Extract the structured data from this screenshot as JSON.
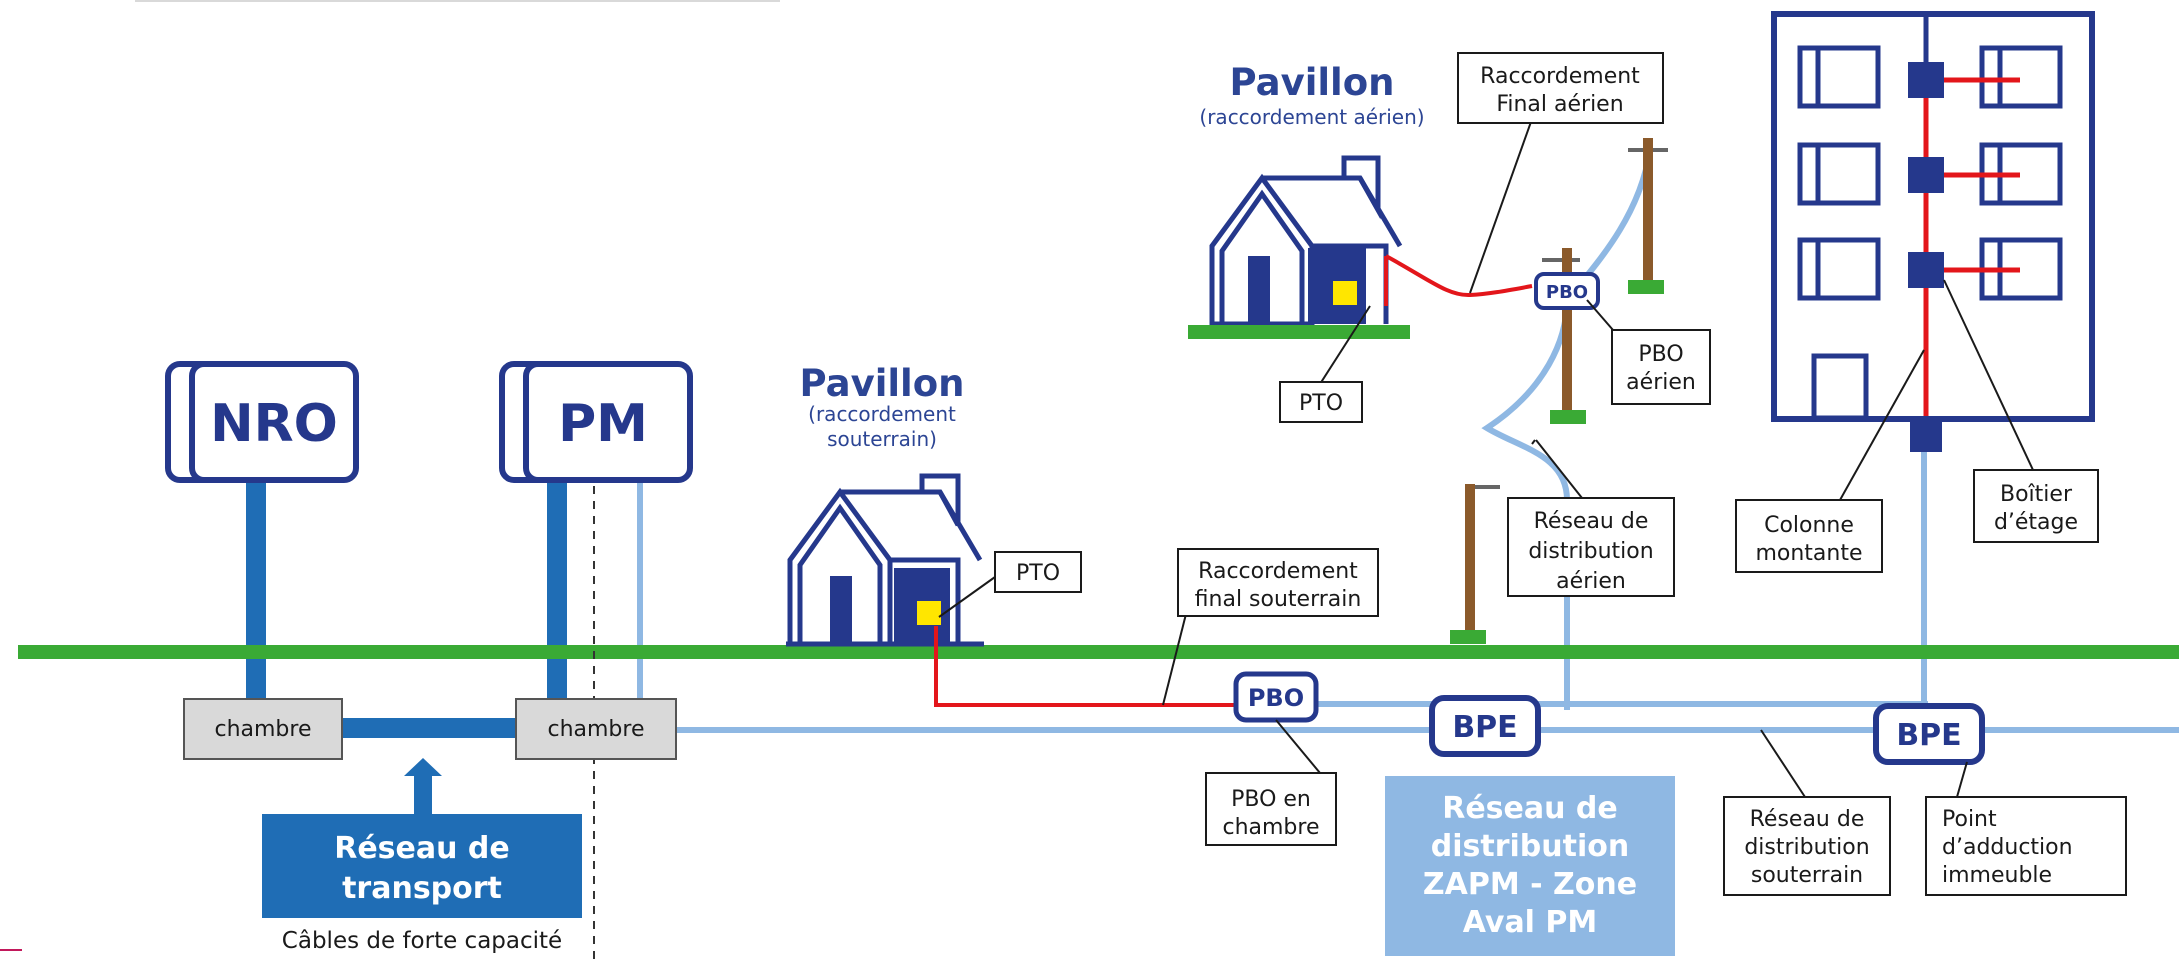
{
  "nodes": {
    "nro": "NRO",
    "pm": "PM"
  },
  "houses": {
    "aerial_title": "Pavillon",
    "aerial_subtitle": "(raccordement aérien)",
    "underground_title": "Pavillon",
    "underground_subtitle_1": "(raccordement",
    "underground_subtitle_2": "souterrain)"
  },
  "chambers": {
    "left": "chambre",
    "right": "chambre"
  },
  "boxes": {
    "pbo_chambre": "PBO",
    "pbo_aerien": "PBO",
    "bpe_1": "BPE",
    "bpe_2": "BPE"
  },
  "transport": {
    "line1": "Réseau de",
    "line2": "transport",
    "caption": "Câbles de forte capacité"
  },
  "zapm": {
    "line1": "Réseau de",
    "line2": "distribution",
    "line3": "ZAPM - Zone",
    "line4": "Aval PM"
  },
  "labels": {
    "raccord_aerien_1": "Raccordement",
    "raccord_aerien_2": "Final aérien",
    "pto_top": "PTO",
    "pbo_aerien_1": "PBO",
    "pbo_aerien_2": "aérien",
    "reseau_aerien_1": "Réseau de",
    "reseau_aerien_2": "distribution",
    "reseau_aerien_3": "aérien",
    "pto_bottom": "PTO",
    "raccord_sout_1": "Raccordement",
    "raccord_sout_2": "final souterrain",
    "pbo_chambre_1": "PBO en",
    "pbo_chambre_2": "chambre",
    "reseau_sout_1": "Réseau de",
    "reseau_sout_2": "distribution",
    "reseau_sout_3": "souterrain",
    "adduction_1": "Point",
    "adduction_2": "d’adduction",
    "adduction_3": "immeuble",
    "colonne_1": "Colonne",
    "colonne_2": "montante",
    "boitier_1": "Boîtier",
    "boitier_2": "d’étage"
  },
  "colors": {
    "navy": "#25388c",
    "transport_blue": "#1f6db5",
    "light_blue": "#8fb8e3",
    "ground_green": "#3aaa35",
    "fiber_red": "#e3161b",
    "pto_yellow": "#ffe600",
    "pole_brown": "#8b5a2b",
    "chamber_gray": "#d9d9d9"
  }
}
